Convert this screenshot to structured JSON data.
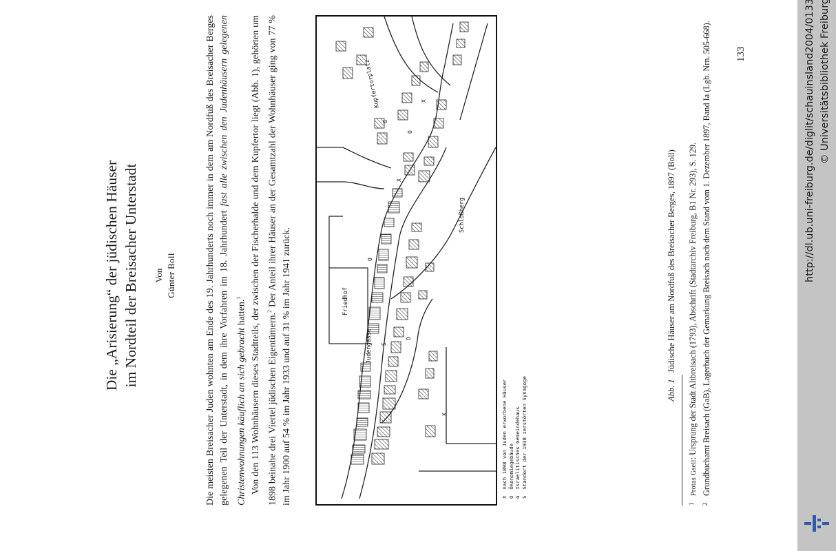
{
  "title": {
    "line1": "Die „Arisierung“ der jüdischen Häuser",
    "line2": "im Nordteil der Breisacher Unterstadt"
  },
  "byline": {
    "von": "Von",
    "author": "Günter Boll"
  },
  "body": {
    "p1": [
      "Die meisten Breisacher Juden wohnten am Ende des 19. Jahrhunderts noch immer in dem am Nordfuß des Breisacher Berges gelegenen Teil der Unterstadt, in dem ihre Vorfahren im 18. Jahrhundert ",
      "fast alle zwischen den Judenhäusern gelegenen Christenwohnungen käuflich an sich gebracht",
      " hatten.",
      "1"
    ],
    "p2": [
      "Von den 113 Wohnhäusern dieses Stadtteils, der zwischen der Fischerhalde und dem Kupfertor liegt (Abb. 1), gehörten um 1898 beinahe drei Viertel jüdischen Eigentümern.",
      "2",
      " Der Anteil ihrer Häuser an der Gesamtzahl der Wohnhäuser ging von 77 % im Jahr 1900 auf 54 % im Jahr 1933 und auf 31 % im Jahr 1941 zurück."
    ]
  },
  "map": {
    "labels": {
      "kupfertorplatz": "Kupfertorplatz",
      "schlossberg": "Schloßberg",
      "friedhof": "Friedhof",
      "judengasse": "Judengasse"
    },
    "legend": [
      {
        "key": "X",
        "text": "nach 1898 von Juden erworbene Häuser"
      },
      {
        "key": "O",
        "text": "Ökonomiegebäude"
      },
      {
        "key": "G",
        "text": "Israelitisches Gemeindehaus"
      },
      {
        "key": "S",
        "text": "Standort der 1938 zerstörten Synagoge"
      }
    ]
  },
  "caption": {
    "label": "Abb. 1",
    "text": "Jüdische Häuser am Nordfuß des Breisacher Berges, 1897 (Boll)"
  },
  "footnotes": [
    {
      "n": "1",
      "author": "Protas Gsell",
      "text": ": Ursprung der Stadt Altbreisach (1793), Abschrift (Stadtarchiv Freiburg, B1 Nr. 293), S. 129."
    },
    {
      "n": "2",
      "author": "",
      "text": "Grundbuchamt Breisach (GaB), Lagerbuch der Gemarkung Breisach nach dem Stand vom 1. Dezember 1897, Band Ia (Lgb. Nrn. 505-668)."
    }
  ],
  "page_number": "133",
  "sidebar": {
    "url": "http://dl.ub.uni-freiburg.de/diglit/schauinsland2004/0133",
    "copyright": "© Universitätsbibliothek Freiburg",
    "logo_icon": "ub-freiburg-logo-icon"
  }
}
